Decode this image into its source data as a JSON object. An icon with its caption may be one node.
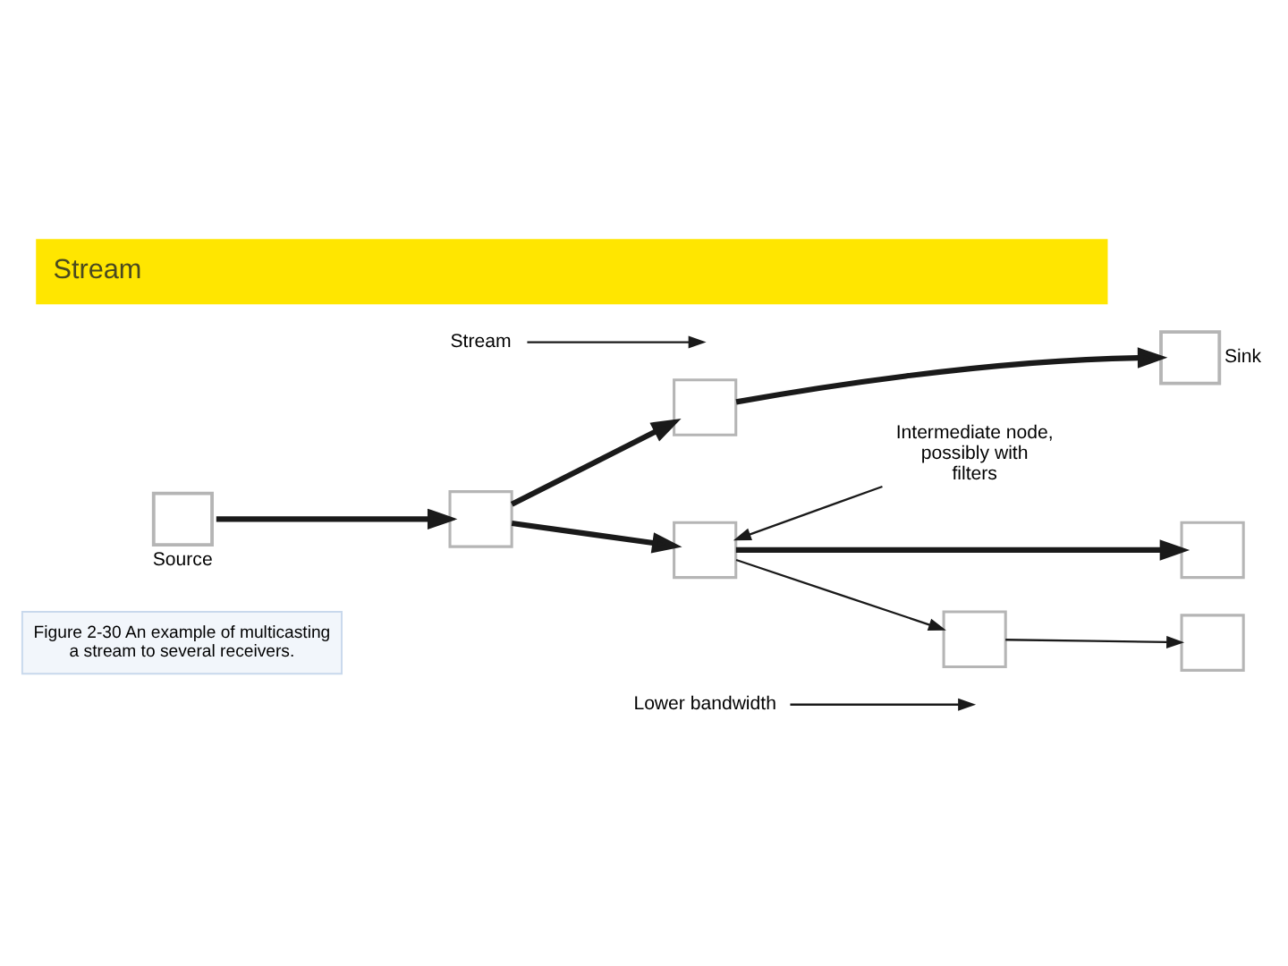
{
  "diagram": {
    "title": "Stream",
    "caption": "Figure 2-30 An example of multicasting a stream to several receivers.",
    "nodes": [
      {
        "text": [],
        "shape": "box",
        "beside": [
          "Source"
        ]
      },
      {
        "text": [],
        "shape": "box"
      },
      {
        "text": [],
        "shape": "box"
      },
      {
        "text": [],
        "shape": "box",
        "beside": [
          "Sink"
        ]
      },
      {
        "text": [],
        "shape": "box"
      },
      {
        "text": [],
        "shape": "box"
      },
      {
        "text": [],
        "shape": "box"
      },
      {
        "text": [],
        "shape": "box"
      },
      {
        "text": [
          "Stream"
        ]
      },
      {
        "text": [
          "Intermediate node, possibly with filters"
        ]
      },
      {
        "text": [
          "Lower bandwidth"
        ]
      }
    ],
    "edges": [
      {
        "from": 0,
        "to": 1,
        "arrow": "to",
        "style": "thick"
      },
      {
        "from": 1,
        "to": 2,
        "arrow": "to",
        "style": "thick"
      },
      {
        "from": 2,
        "to": 3,
        "arrow": "to",
        "style": "thick"
      },
      {
        "from": 1,
        "to": 4,
        "arrow": "to",
        "style": "thick"
      },
      {
        "from": 4,
        "to": 5,
        "arrow": "to",
        "style": "thick"
      },
      {
        "from": 4,
        "to": 6,
        "arrow": "to"
      },
      {
        "from": 6,
        "to": 7,
        "arrow": "to"
      },
      {
        "from": 8,
        "to": null,
        "arrow": "to"
      },
      {
        "from": 9,
        "to": 4,
        "arrow": "to"
      },
      {
        "from": 10,
        "to": null,
        "arrow": "to"
      }
    ]
  }
}
